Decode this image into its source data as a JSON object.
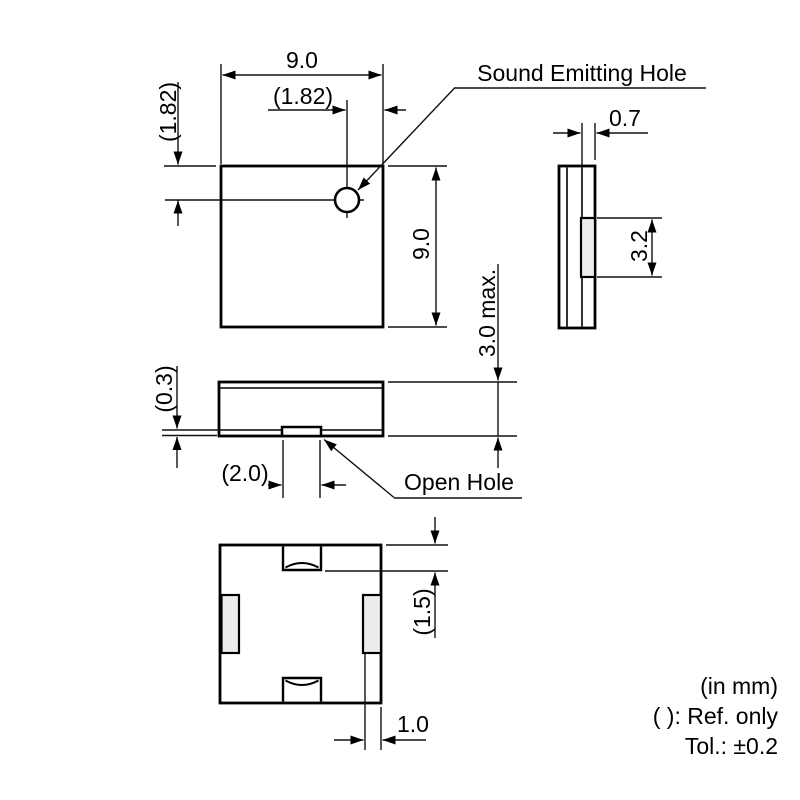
{
  "drawing": {
    "labels": {
      "sound_emitting_hole": "Sound Emitting Hole",
      "open_hole": "Open Hole"
    },
    "dimensions": {
      "top_width": "9.0",
      "top_height": "9.0",
      "hole_offset_x": "(1.82)",
      "hole_offset_y": "(1.82)",
      "side_pad_width": "0.7",
      "side_pad_height": "3.2",
      "bottom_plate_thickness": "(0.3)",
      "body_height": "3.0 max.",
      "open_hole_width": "(2.0)",
      "pad_inset": "(1.5)",
      "pad_width": "1.0"
    },
    "notes": {
      "units": "(in mm)",
      "reference": "( ): Ref. only",
      "tolerance": "Tol.: ±0.2"
    },
    "colors": {
      "pad_fill": "#ececec",
      "line": "#000000"
    }
  }
}
